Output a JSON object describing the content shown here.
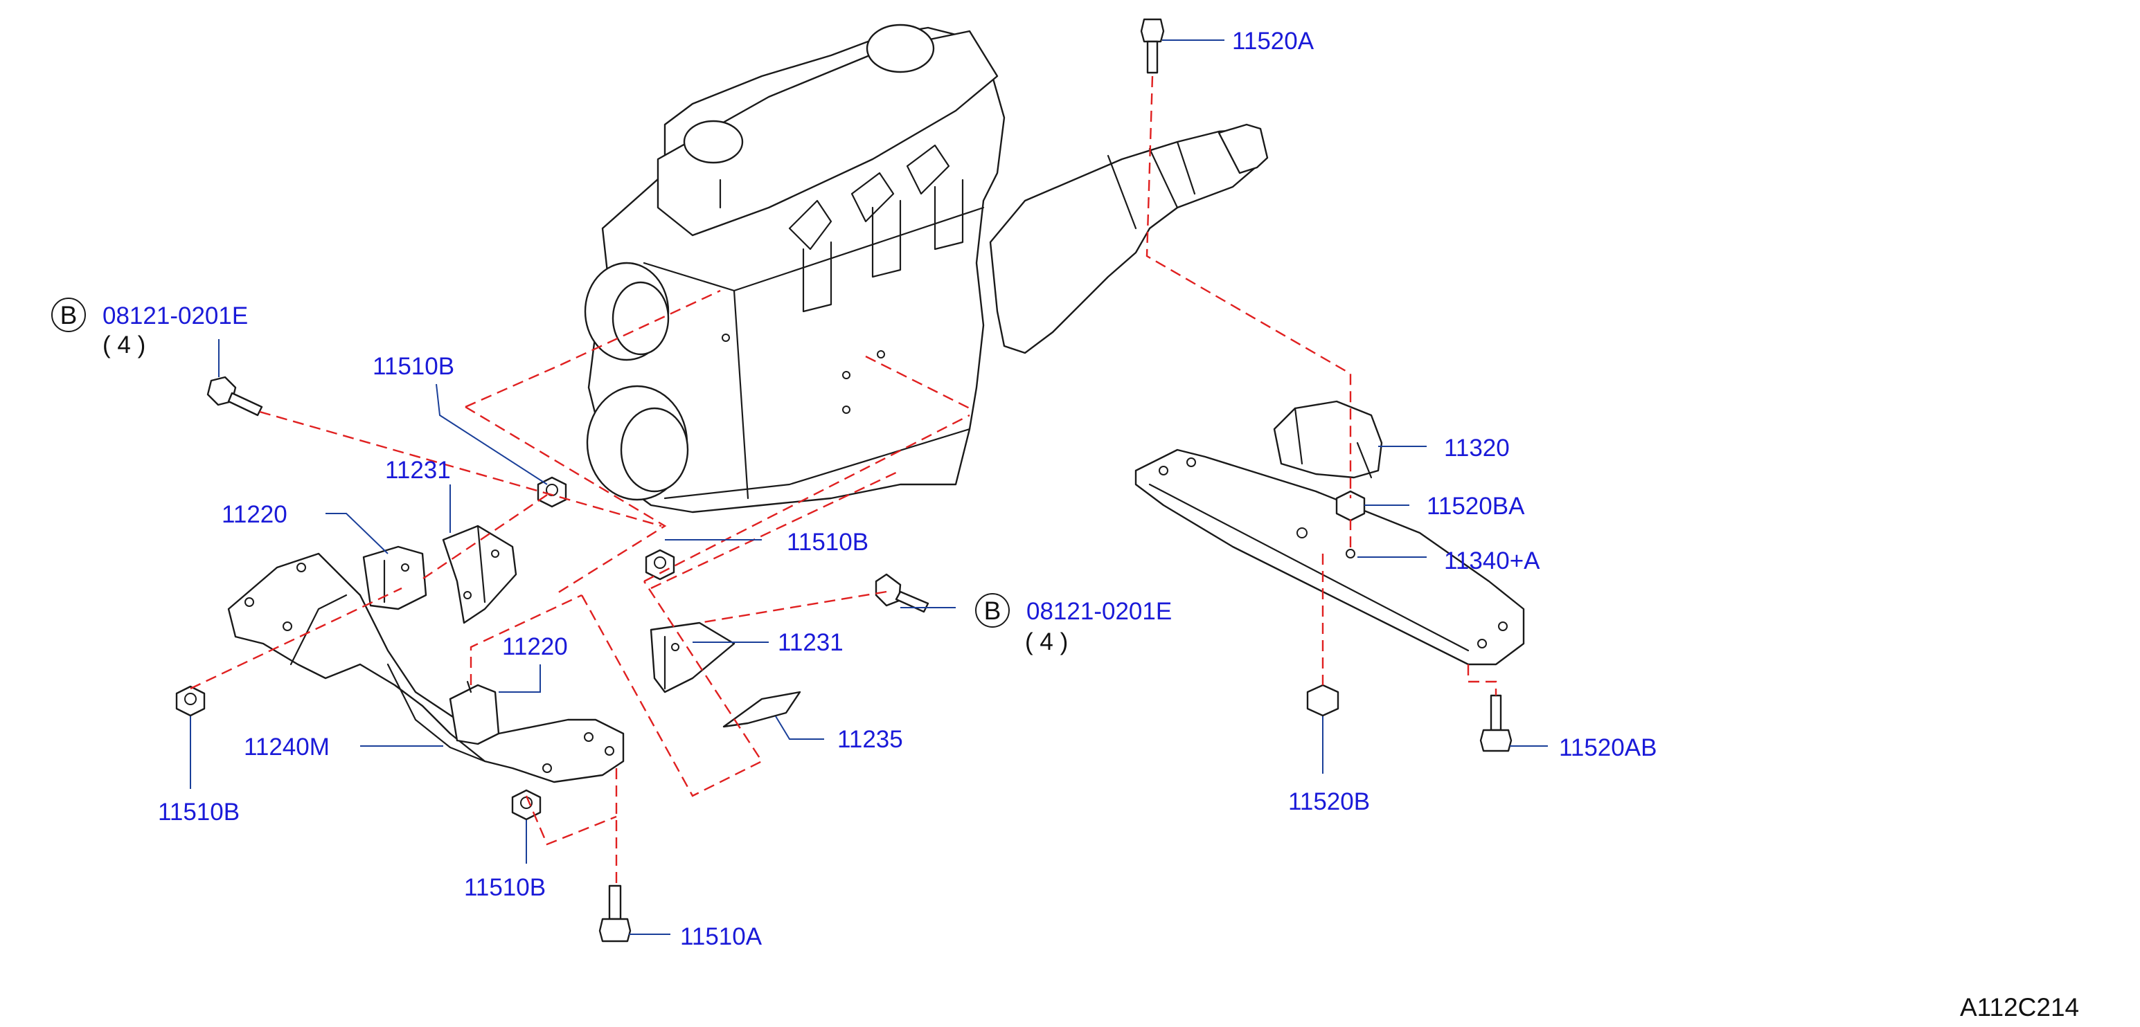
{
  "labels": {
    "p11520A": "11520A",
    "p08121_left": "08121-0201E",
    "p08121_left_qty": "( 4 )",
    "p11510B_top": "11510B",
    "p11231_left": "11231",
    "p11220_left": "11220",
    "p11510B_mid": "11510B",
    "p11231_mid": "11231",
    "p11220_mid": "11220",
    "p08121_right": "08121-0201E",
    "p08121_right_qty": "( 4 )",
    "p11235": "11235",
    "p11240M": "11240M",
    "p11510B_left": "11510B",
    "p11510B_bottom": "11510B",
    "p11510A": "11510A",
    "p11320": "11320",
    "p11520BA": "11520BA",
    "p11340A": "11340+A",
    "p11520B": "11520B",
    "p11520AB": "11520AB",
    "b_marker_left": "B",
    "b_marker_right": "B"
  },
  "diagram_code": "A112C214",
  "colors": {
    "label": "#1a1ad8",
    "leader": "#1a3f99",
    "dashed_assembly_line": "#e02020",
    "drawing": "#1a1a1a"
  }
}
